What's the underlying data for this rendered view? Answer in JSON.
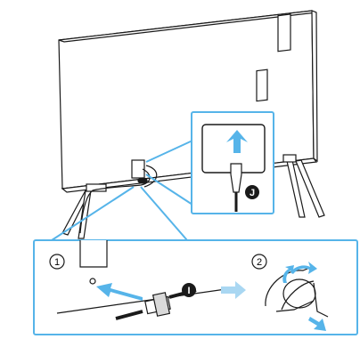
{
  "figure": {
    "accent_color": "#56b4e9",
    "line_color": "#1a1a1a",
    "callout_J": "J",
    "callout_I": "I",
    "step_1": "①",
    "step_2": "②"
  }
}
